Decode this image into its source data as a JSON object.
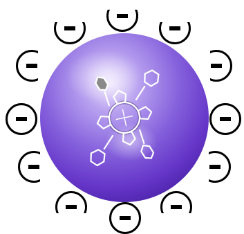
{
  "colors": {
    "sphere_highlight": "#e8dcfb",
    "sphere_mid": "#9a7ee0",
    "sphere_base": "#6e43cf",
    "sphere_edge": "#4a23a8",
    "charge_outline": "#000000",
    "molecule_stroke": "#ffffff"
  },
  "icons": {
    "sphere": "violet-sphere-icon",
    "molecule": "porphyrin-molecule-icon",
    "charge": "minus-sign-icon"
  },
  "charges": [
    {
      "id": "charge-top",
      "symbol": "−"
    },
    {
      "id": "charge-top-left",
      "symbol": "−"
    },
    {
      "id": "charge-top-right",
      "symbol": "−"
    },
    {
      "id": "charge-upper-left",
      "symbol": "−"
    },
    {
      "id": "charge-upper-right",
      "symbol": "−"
    },
    {
      "id": "charge-left",
      "symbol": "−"
    },
    {
      "id": "charge-right",
      "symbol": "−"
    },
    {
      "id": "charge-lower-left",
      "symbol": "−"
    },
    {
      "id": "charge-lower-right",
      "symbol": "−"
    },
    {
      "id": "charge-bottom-left",
      "symbol": "−"
    },
    {
      "id": "charge-bottom",
      "symbol": "−"
    },
    {
      "id": "charge-bottom-right",
      "symbol": "−"
    }
  ]
}
